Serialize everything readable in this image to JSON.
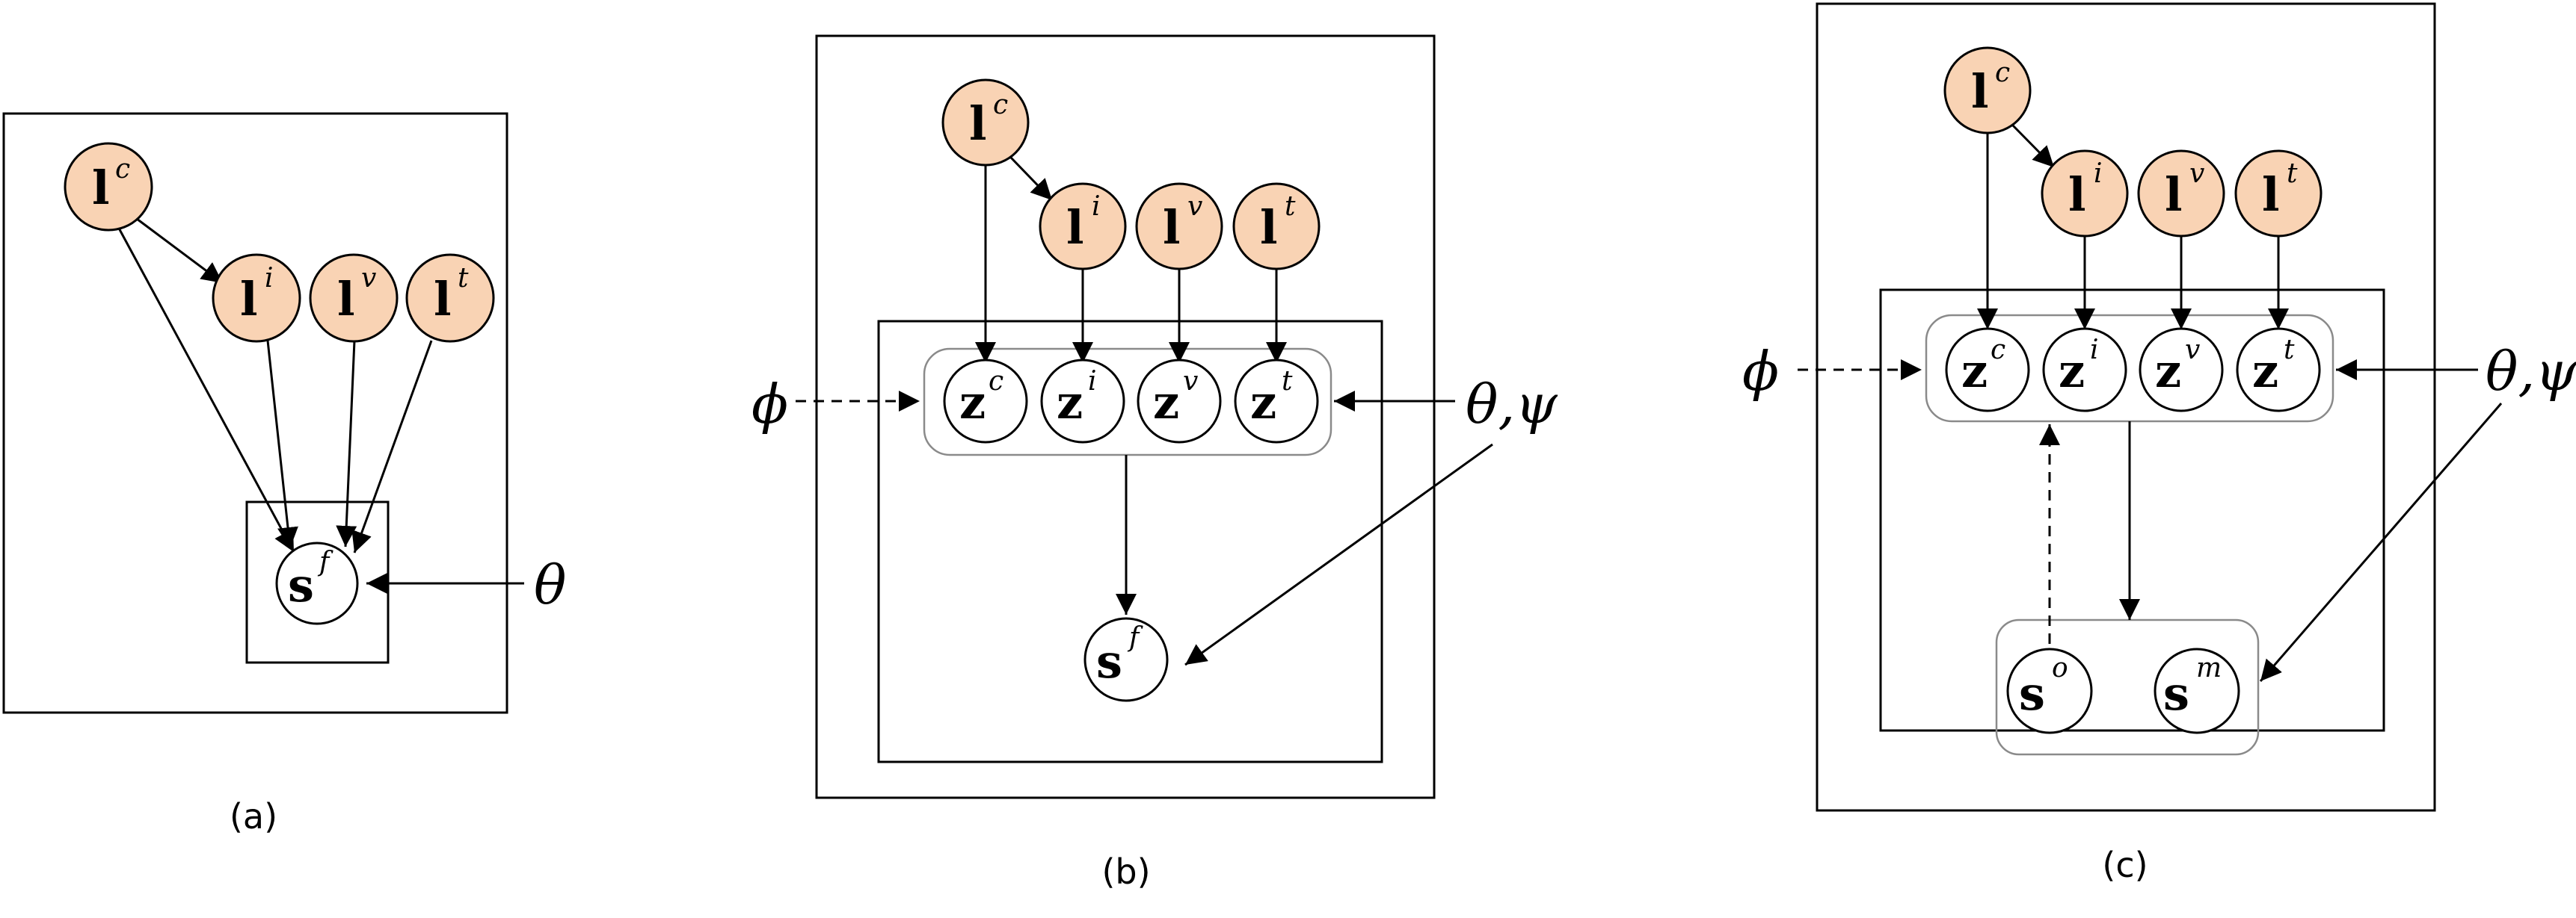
{
  "colors": {
    "observed_fill": "#f9d3b4",
    "latent_fill": "#ffffff",
    "stroke": "#000000",
    "plate_stroke": "#8a8a8a"
  },
  "panels": [
    {
      "caption": "(a)",
      "nodes": [
        {
          "base": "l",
          "sup": "c"
        },
        {
          "base": "l",
          "sup": "i"
        },
        {
          "base": "l",
          "sup": "v"
        },
        {
          "base": "l",
          "sup": "t"
        },
        {
          "base": "s",
          "sup": "f"
        }
      ],
      "params": [
        "θ"
      ]
    },
    {
      "caption": "(b)",
      "nodes": [
        {
          "base": "l",
          "sup": "c"
        },
        {
          "base": "l",
          "sup": "i"
        },
        {
          "base": "l",
          "sup": "v"
        },
        {
          "base": "l",
          "sup": "t"
        },
        {
          "base": "z",
          "sup": "c"
        },
        {
          "base": "z",
          "sup": "i"
        },
        {
          "base": "z",
          "sup": "v"
        },
        {
          "base": "z",
          "sup": "t"
        },
        {
          "base": "s",
          "sup": "f"
        }
      ],
      "params": [
        "ϕ",
        "θ,ψ"
      ]
    },
    {
      "caption": "(c)",
      "nodes": [
        {
          "base": "l",
          "sup": "c"
        },
        {
          "base": "l",
          "sup": "i"
        },
        {
          "base": "l",
          "sup": "v"
        },
        {
          "base": "l",
          "sup": "t"
        },
        {
          "base": "z",
          "sup": "c"
        },
        {
          "base": "z",
          "sup": "i"
        },
        {
          "base": "z",
          "sup": "v"
        },
        {
          "base": "z",
          "sup": "t"
        },
        {
          "base": "s",
          "sup": "o"
        },
        {
          "base": "s",
          "sup": "m"
        }
      ],
      "params": [
        "ϕ",
        "θ,ψ"
      ]
    }
  ]
}
